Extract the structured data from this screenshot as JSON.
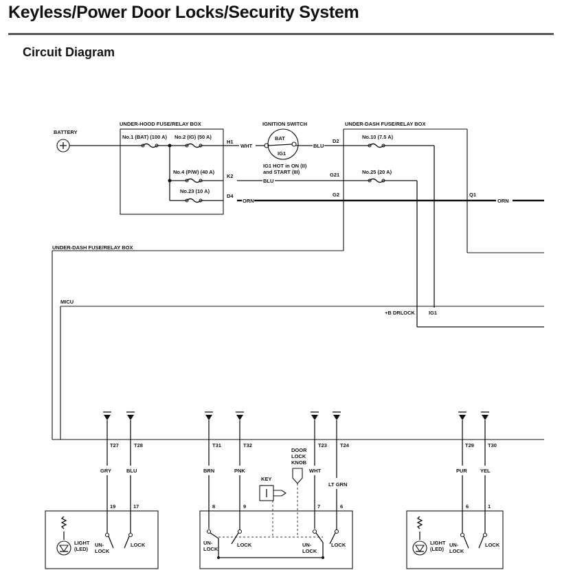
{
  "header": {
    "title": "Keyless/Power Door Locks/Security System",
    "subtitle": "Circuit Diagram"
  },
  "labels": {
    "battery": "BATTERY",
    "uh_box": "UNDER-HOOD FUSE/RELAY BOX",
    "ign_switch": "IGNITION SWITCH",
    "ud_box_top": "UNDER-DASH FUSE/RELAY BOX",
    "ud_box_left": "UNDER-DASH FUSE/RELAY BOX",
    "micu": "MICU",
    "bat": "BAT",
    "ig1": "IG1",
    "ig1_note_1": "IG1 HOT in ON (II)",
    "ig1_note_2": "and START (III)",
    "b_drlock": "+B DRLOCK",
    "ig1_terminal": "IG1",
    "door_lock_knob_1": "DOOR",
    "door_lock_knob_2": "LOCK",
    "door_lock_knob_3": "KNOB",
    "key": "KEY",
    "light": "LIGHT",
    "led": "(LED)",
    "un": "UN-",
    "lock": "LOCK"
  },
  "fuses": {
    "no1": "No.1 (BAT) (100 A)",
    "no2": "No.2 (IG) (50 A)",
    "no4": "No.4 (P/W) (40 A)",
    "no23": "No.23 (10 A)",
    "no10": "No.10 (7.5 A)",
    "no25": "No.25 (20 A)"
  },
  "terminals": {
    "h1": "H1",
    "k2": "K2",
    "d4": "D4",
    "d2": "D2",
    "g21": "G21",
    "g2": "G2",
    "q1": "Q1",
    "t27": "T27",
    "t28": "T28",
    "t31": "T31",
    "t32": "T32",
    "t23": "T23",
    "t24": "T24",
    "t29": "T29",
    "t30": "T30",
    "p19": "19",
    "p17": "17",
    "p8": "8",
    "p9": "9",
    "p7": "7",
    "p6a": "6",
    "p6b": "6",
    "p1": "1"
  },
  "wires": {
    "wht1": "WHT",
    "blu1": "BLU",
    "blu2": "BLU",
    "orn1": "ORN",
    "orn2": "ORN",
    "gry": "GRY",
    "blu3": "BLU",
    "brn": "BRN",
    "pnk": "PNK",
    "wht2": "WHT",
    "ltgrn": "LT GRN",
    "pur": "PUR",
    "yel": "YEL"
  }
}
